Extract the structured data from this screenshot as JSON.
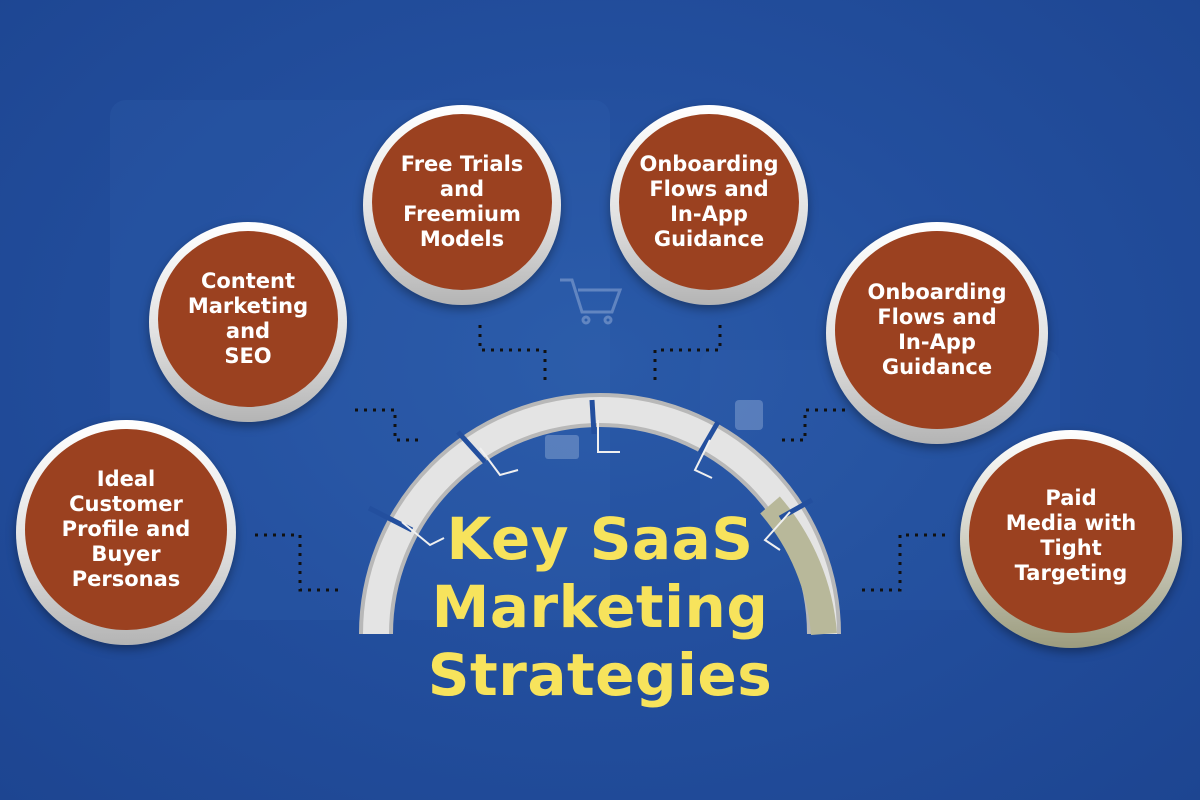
{
  "title": "Key SaaS\nMarketing\nStrategies",
  "nodes": [
    {
      "label": "Ideal\nCustomer\nProfile and\nBuyer\nPersonas"
    },
    {
      "label": "Content\nMarketing\nand\nSEO"
    },
    {
      "label": "Free Trials\nand\nFreemium\nModels"
    },
    {
      "label": "Onboarding\nFlows and\nIn-App\nGuidance"
    },
    {
      "label": "Onboarding\nFlows and\nIn-App\nGuidance"
    },
    {
      "label": "Paid\nMedia with\nTight\nTargeting"
    }
  ],
  "colors": {
    "background": "#234f9e",
    "node_fill": "#9b4120",
    "title": "#f7e35c",
    "ring": "#d9d9d9"
  }
}
